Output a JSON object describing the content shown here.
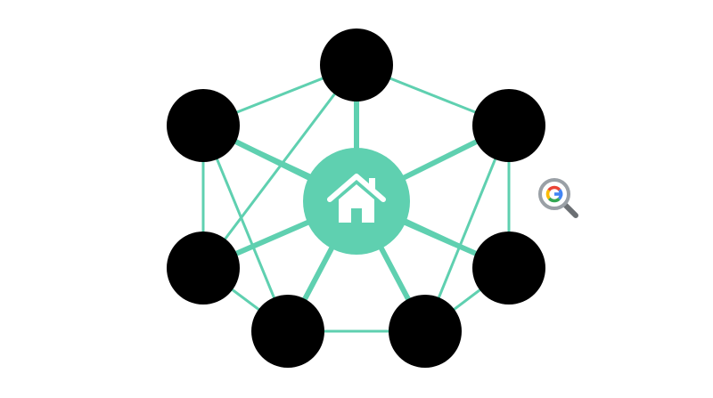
{
  "colors": {
    "background": "#ffffff",
    "edge": "#5fd0b0",
    "hub": "#5fd0b0",
    "node": "#000000",
    "hub_icon": "#ffffff",
    "search_ring": "#9aa0a6",
    "search_handle": "#6b6f73",
    "google_blue": "#4285F4",
    "google_red": "#EA4335",
    "google_yellow": "#FBBC05",
    "google_green": "#34A853"
  },
  "diagram": {
    "hub": {
      "id": "hub",
      "icon": "home-icon"
    },
    "nodes": [
      {
        "id": "node-top"
      },
      {
        "id": "node-upper-left"
      },
      {
        "id": "node-upper-right"
      },
      {
        "id": "node-lower-left"
      },
      {
        "id": "node-lower-right"
      },
      {
        "id": "node-bottom-left"
      },
      {
        "id": "node-bottom-right"
      }
    ],
    "spokes": [
      {
        "from": "hub",
        "to": "node-top"
      },
      {
        "from": "hub",
        "to": "node-upper-left"
      },
      {
        "from": "hub",
        "to": "node-upper-right"
      },
      {
        "from": "hub",
        "to": "node-lower-left"
      },
      {
        "from": "hub",
        "to": "node-lower-right"
      },
      {
        "from": "hub",
        "to": "node-bottom-left"
      },
      {
        "from": "hub",
        "to": "node-bottom-right"
      }
    ],
    "links": [
      {
        "from": "node-top",
        "to": "node-upper-left"
      },
      {
        "from": "node-top",
        "to": "node-upper-right"
      },
      {
        "from": "node-upper-left",
        "to": "node-lower-left"
      },
      {
        "from": "node-upper-right",
        "to": "node-lower-right"
      },
      {
        "from": "node-lower-left",
        "to": "node-bottom-left"
      },
      {
        "from": "node-bottom-left",
        "to": "node-bottom-right"
      },
      {
        "from": "node-bottom-right",
        "to": "node-lower-right"
      },
      {
        "from": "node-top",
        "to": "node-lower-left"
      },
      {
        "from": "node-upper-left",
        "to": "node-bottom-left"
      },
      {
        "from": "node-upper-right",
        "to": "node-bottom-right"
      },
      {
        "from": "node-upper-left",
        "to": "node-lower-right"
      }
    ],
    "badge": {
      "icon": "google-search-icon"
    }
  }
}
